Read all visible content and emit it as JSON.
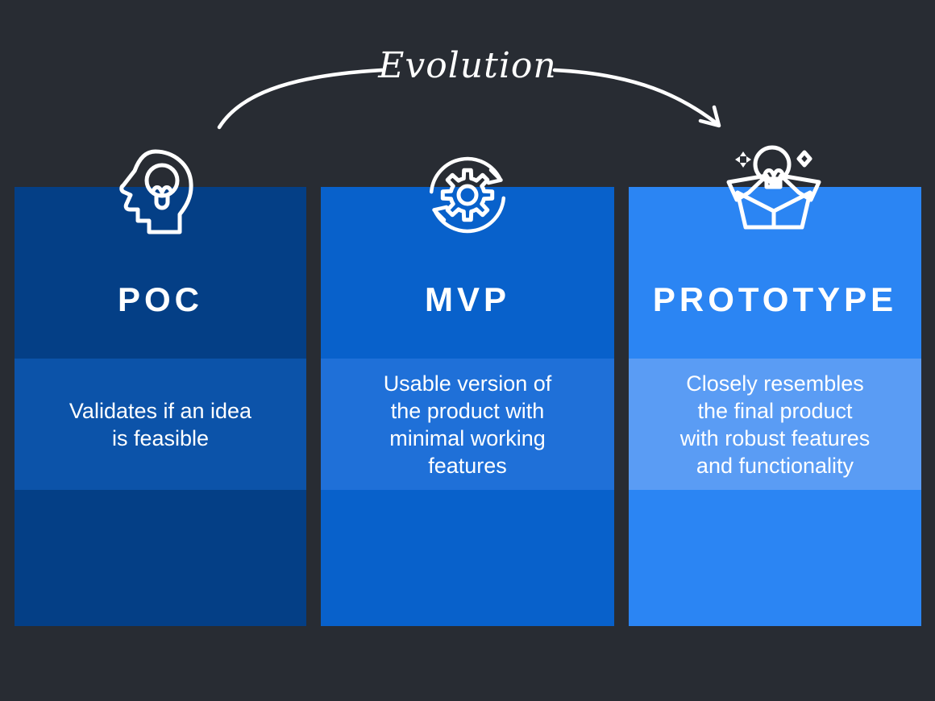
{
  "header": {
    "label": "Evolution"
  },
  "cards": [
    {
      "title": "POC",
      "icon": "head-lightbulb-icon",
      "description_lines": [
        "Validates if an idea",
        "is feasible"
      ],
      "colors": {
        "base": "#043f86",
        "highlight": "#0c53a9"
      }
    },
    {
      "title": "MVP",
      "icon": "gear-sync-icon",
      "description_lines": [
        "Usable version of",
        "the product with",
        "minimal working",
        "features"
      ],
      "colors": {
        "base": "#0861cb",
        "highlight": "#1f70d8"
      }
    },
    {
      "title": "PROTOTYPE",
      "icon": "box-lightbulb-icon",
      "description_lines": [
        "Closely resembles",
        "the final product",
        "with robust features",
        "and functionality"
      ],
      "colors": {
        "base": "#2b85f3",
        "highlight": "#5a9cf4"
      }
    }
  ],
  "colors": {
    "background": "#282c33",
    "text": "#ffffff"
  }
}
